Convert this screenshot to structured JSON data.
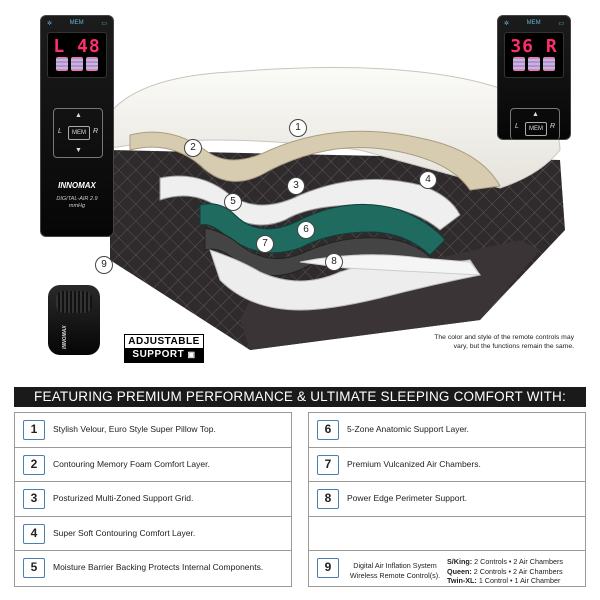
{
  "left_remote": {
    "side": "L",
    "value": "48",
    "mem_label": "MEM",
    "pad_mem": "MEM",
    "pad_left": "L",
    "pad_right": "R",
    "brand": "INNOMAX",
    "model_line1": "DIGITAL-AIR 2.9",
    "model_line2": "mmHg"
  },
  "right_remote": {
    "side": "R",
    "value": "36",
    "mem_label": "MEM",
    "pad_mem": "MEM",
    "pad_left": "L",
    "pad_right": "R"
  },
  "fob_label": "INNOMAX",
  "callouts": [
    "1",
    "2",
    "3",
    "4",
    "5",
    "6",
    "7",
    "8",
    "9"
  ],
  "badge": {
    "line1": "ADJUSTABLE",
    "line2": "SUPPORT"
  },
  "note": "The color and style of the remote controls may vary, but the functions remain the same.",
  "banner": "FEATURING PREMIUM PERFORMANCE & ULTIMATE SLEEPING COMFORT WITH:",
  "features_left": [
    {
      "num": "1",
      "text": "Stylish Velour, Euro Style Super Pillow Top."
    },
    {
      "num": "2",
      "text": "Contouring Memory Foam Comfort Layer."
    },
    {
      "num": "3",
      "text": "Posturized Multi-Zoned Support Grid."
    },
    {
      "num": "4",
      "text": "Super Soft Contouring Comfort Layer."
    },
    {
      "num": "5",
      "text": "Moisture Barrier Backing Protects Internal Components."
    }
  ],
  "features_right": [
    {
      "num": "6",
      "text": "5-Zone Anatomic Support Layer."
    },
    {
      "num": "7",
      "text": "Premium Vulcanized Air Chambers."
    },
    {
      "num": "8",
      "text": "Power Edge Perimeter Support."
    }
  ],
  "feature_9": {
    "num": "9",
    "text_line1": "Digital Air Inflation System",
    "text_line2": "Wireless Remote Control(s).",
    "sizes": [
      {
        "size": "S/King:",
        "detail": "2 Controls • 2 Air Chambers"
      },
      {
        "size": "Queen:",
        "detail": "2 Controls • 2 Air Chambers"
      },
      {
        "size": "Twin-XL:",
        "detail": "1 Control • 1 Air Chamber"
      }
    ]
  },
  "colors": {
    "banner": "#1a1a1a",
    "number_border": "#4b7fb0",
    "display_digits": "#ff2d6b",
    "foam": "#d8ccb0",
    "latex": "#1f6b60"
  }
}
